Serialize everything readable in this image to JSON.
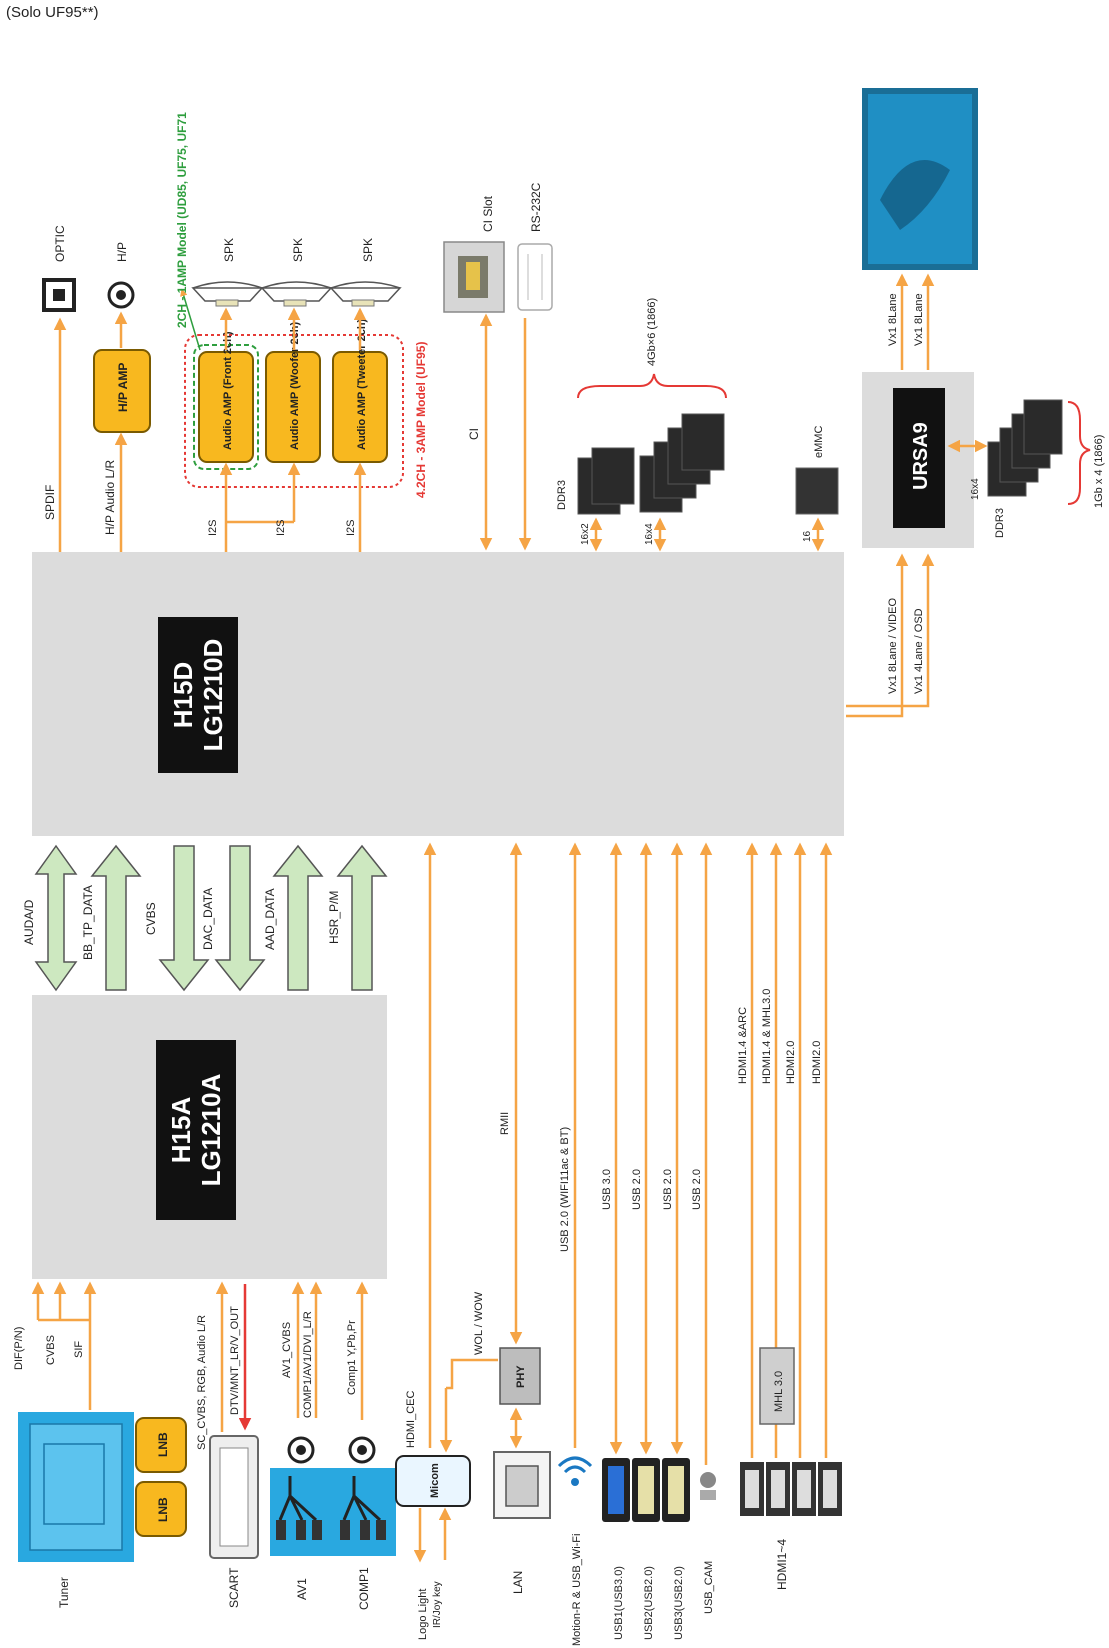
{
  "header": {
    "note": "(Solo UF95**)"
  },
  "chips": {
    "main": {
      "name": "H15D",
      "part": "LG1210D"
    },
    "analog": {
      "name": "H15A",
      "part": "LG1210A"
    },
    "ursa": {
      "name": "URSA9"
    },
    "emmc": {
      "name": "eMMC"
    },
    "phy": {
      "name": "PHY"
    },
    "micom": {
      "name": "Micom"
    },
    "mhl": {
      "name": "MHL 3.0"
    }
  },
  "audio": {
    "amps": [
      "Audio AMP (Front 2ch)",
      "Audio AMP (Woofer 2ch)",
      "Audio AMP (Tweeter 2ch)"
    ],
    "hp_amp": "H/P AMP",
    "spk_label": "SPK",
    "optic": "OPTIC",
    "hp": "H/P",
    "spdif": "SPDIF",
    "hp_audio": "H/P Audio L/R",
    "i2s": "I2S",
    "model_2ch": "2CH - 1AMP Model (UD85, UF75, UF71",
    "model_42ch": "4.2CH - 3AMP Model (UF95)"
  },
  "upper": {
    "ci_slot": "CI Slot",
    "rs232c": "RS-232C",
    "ci": "CI",
    "ddr_main": "DDR3",
    "ddr_spec_main": "4Gb×6 (1866)",
    "bus_16x2": "16x2",
    "bus_16x4": "16x4",
    "bus_16": "16",
    "ddr_ursa": "DDR3",
    "ddr_spec_ursa": "1Gb x 4 (1866)",
    "bus_ursa": "16x4",
    "vx_video": "Vx1 8Lane / VIDEO",
    "vx_osd": "Vx1 4Lane / OSD",
    "vx_out_1": "Vx1 8Lane",
    "vx_out_2": "Vx1 8Lane"
  },
  "middle_buses": [
    "AUDA/D",
    "BB_TP_DATA",
    "CVBS",
    "DAC_DATA",
    "AAD_DATA",
    "HSR_P/M"
  ],
  "lower": {
    "rmii": "RMII",
    "wol": "WOL / WOW",
    "usb_wifi": "USB 2.0 (WIFI11ac & BT)",
    "usb_buses": [
      "USB 3.0",
      "USB 2.0",
      "USB 2.0",
      "USB 2.0"
    ],
    "hdmi_buses": [
      "HDMI1.4 &ARC",
      "HDMI1.4 & MHL3.0",
      "HDMI2.0",
      "HDMI2.0"
    ],
    "tuner_signals": [
      "DIF(P/N)",
      "CVBS",
      "SIF"
    ],
    "scart_signals": [
      "SC_CVBS, RGB, Audio L/R",
      "DTV/MNT_LR/V_OUT"
    ],
    "av_signals": [
      "AV1_CVBS",
      "COMP1/AV1/DVI_L/R"
    ],
    "comp_signal": "Comp1 Y,Pb,Pr",
    "hdmi_cec": "HDMI_CEC",
    "lnb": "LNB"
  },
  "bottom_labels": {
    "tuner": "Tuner",
    "scart": "SCART",
    "av1": "AV1",
    "comp1": "COMP1",
    "logo_light": "Logo Light",
    "ir_joykey": "IR/Joy key",
    "lan": "LAN",
    "motion_wifi": "Motion-R & USB_Wi-Fi",
    "usb1": "USB1(USB3.0)",
    "usb2": "USB2(USB2.0)",
    "usb3": "USB3(USB2.0)",
    "usb_cam": "USB_CAM",
    "hdmi": "HDMI1~4"
  }
}
